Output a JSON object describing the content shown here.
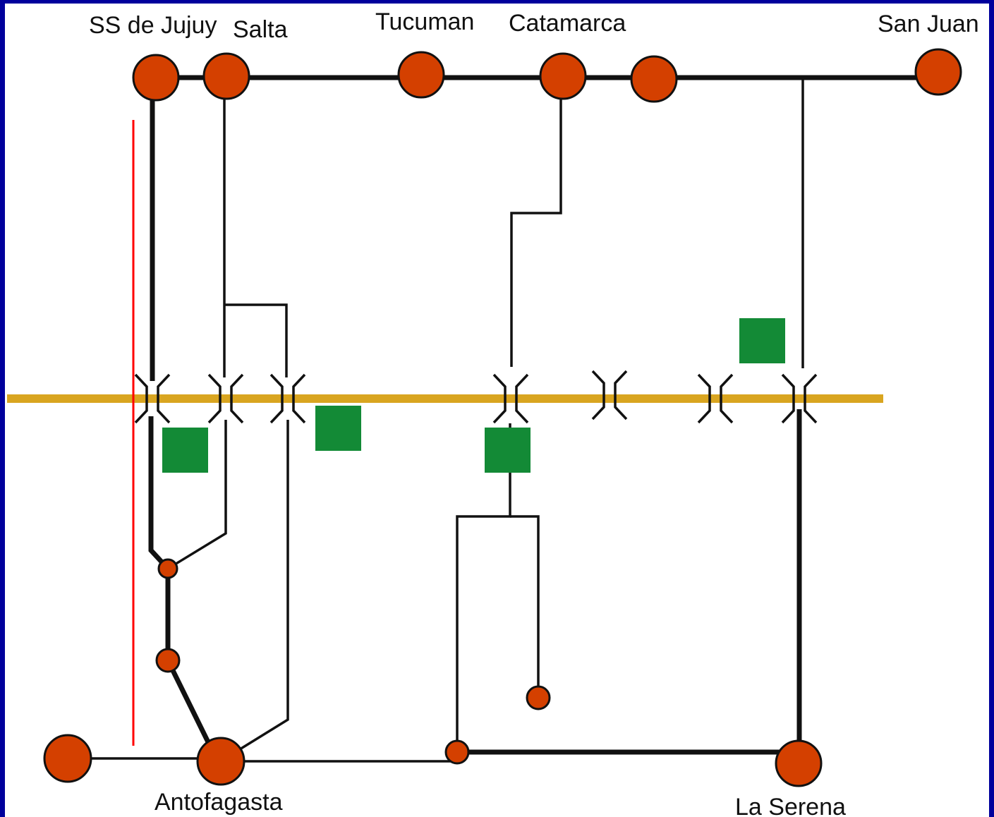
{
  "title": "",
  "colors": {
    "border": "#00009c",
    "background": "#ffffff",
    "station_fill": "#d44000",
    "station_stroke": "#111111",
    "border_crossing_line": "#d9a520",
    "red_line": "#ff0000",
    "marker_green": "#138a36"
  },
  "cities": {
    "ss_de_jujuy": "SS de Jujuy",
    "salta": "Salta",
    "tucuman": "Tucuman",
    "catamarca": "Catamarca",
    "san_juan": "San Juan",
    "antofagasta": "Antofagasta",
    "la_serena": "La Serena"
  },
  "legend": {
    "station_icon": "circle-node",
    "pass_icon": "bridge-pass-icon",
    "marker_icon": "green-square"
  }
}
